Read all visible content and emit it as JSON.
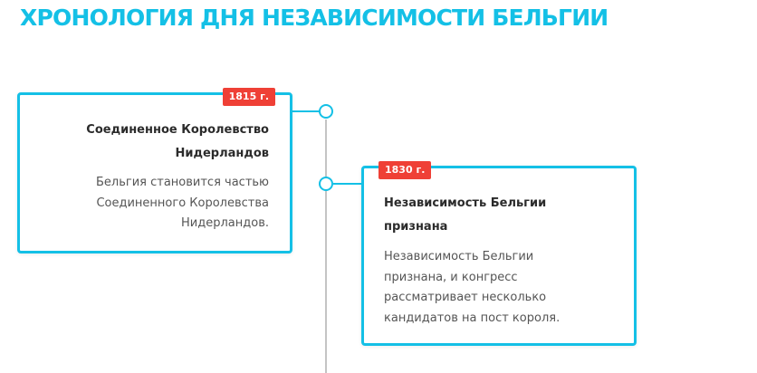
{
  "page": {
    "title": "ХРОНОЛОГИЯ ДНЯ НЕЗАВИСИМОСТИ БЕЛЬГИИ"
  },
  "colors": {
    "accent": "#14c0e6",
    "badge": "#ef4036",
    "line": "#c4c4c4",
    "title_text": "#2b2b2b",
    "body_text": "#555555"
  },
  "timeline": {
    "events": [
      {
        "year": "1815 г.",
        "title_line1": "Соединенное Королевство",
        "title_line2": "Нидерландов",
        "text_line1": "Бельгия становится частью",
        "text_line2": "Соединенного Королевства",
        "text_line3": "Нидерландов."
      },
      {
        "year": "1830 г.",
        "title_line1": "Независимость Бельгии",
        "title_line2": "признана",
        "text_line1": "Независимость Бельгии",
        "text_line2": "признана, и конгресс",
        "text_line3": "рассматривает несколько",
        "text_line4": "кандидатов на пост короля."
      }
    ]
  }
}
